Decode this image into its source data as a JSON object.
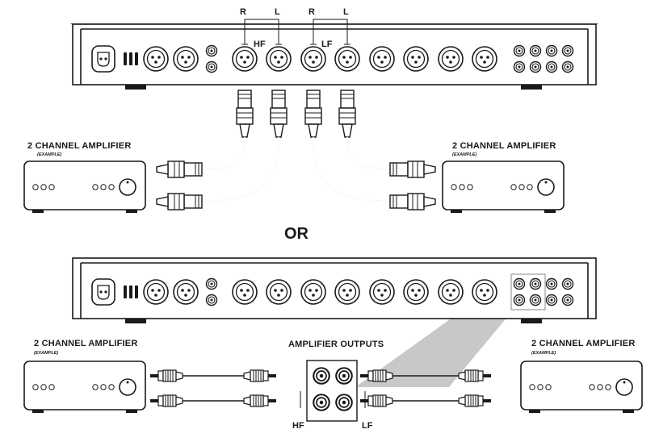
{
  "connection_a": {
    "channel_labels": [
      "R",
      "L",
      "R",
      "L"
    ],
    "hf_label": "HF",
    "lf_label": "LF",
    "left_amp_title": "2 CHANNEL AMPLIFIER",
    "left_amp_subtitle": "(EXAMPLE)",
    "right_amp_title": "2 CHANNEL AMPLIFIER",
    "right_amp_subtitle": "(EXAMPLE)"
  },
  "separator": "OR",
  "connection_b": {
    "outputs_title": "AMPLIFIER OUTPUTS",
    "hf_label": "HF",
    "lf_label": "LF",
    "left_amp_title": "2 CHANNEL AMPLIFIER",
    "left_amp_subtitle": "(EXAMPLE)",
    "right_amp_title": "2 CHANNEL AMPLIFIER",
    "right_amp_subtitle": "(EXAMPLE)"
  },
  "colors": {
    "line": "#1a1a1a",
    "highlight": "#c8c8c8",
    "background": "#ffffff"
  }
}
